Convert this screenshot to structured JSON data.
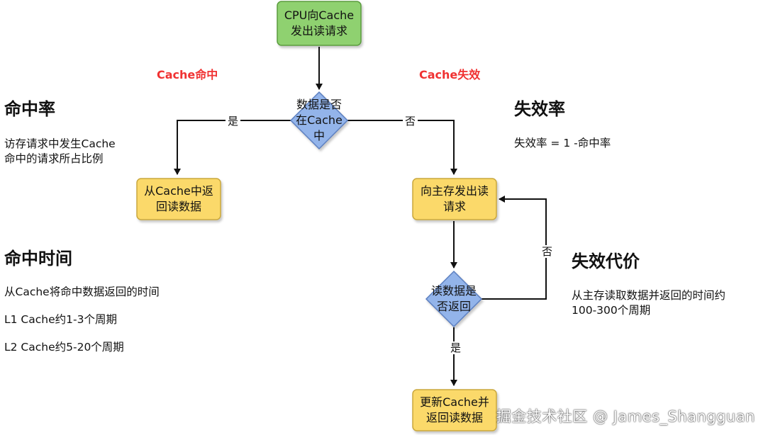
{
  "nodes": {
    "start": "CPU向Cache\n发出读请求",
    "decision_hit": "数据是否\n在Cache\n中",
    "return_from_cache": "从Cache中返\n回读数据",
    "request_main_memory": "向主存发出读\n请求",
    "decision_returned": "读数据是\n否返回",
    "update_cache": "更新Cache并\n返回读数据"
  },
  "edge_labels": {
    "hit_yes": "是",
    "hit_no": "否",
    "returned_no": "否",
    "returned_yes": "是"
  },
  "annotations": {
    "cache_hit": "Cache命中",
    "cache_miss": "Cache失效"
  },
  "notes": {
    "hit_rate": {
      "title": "命中率",
      "text": "访存请求中发生Cache\n命中的请求所占比例"
    },
    "hit_time": {
      "title": "命中时间",
      "lines": [
        "从Cache将命中数据返回的时间",
        "L1 Cache约1-3个周期",
        "L2 Cache约5-20个周期"
      ]
    },
    "miss_rate": {
      "title": "失效率",
      "text": "失效率 = 1 -命中率"
    },
    "miss_penalty": {
      "title": "失效代价",
      "text": "从主存读取数据并返回的时间约\n100-300个周期"
    }
  },
  "watermark": "掘金技术社区 @ James_Shangguan",
  "colors": {
    "green_fill": "#8fd16f",
    "yellow_fill": "#fbd96a",
    "blue_fill": "#93b4ea",
    "red_text": "#f03232"
  }
}
